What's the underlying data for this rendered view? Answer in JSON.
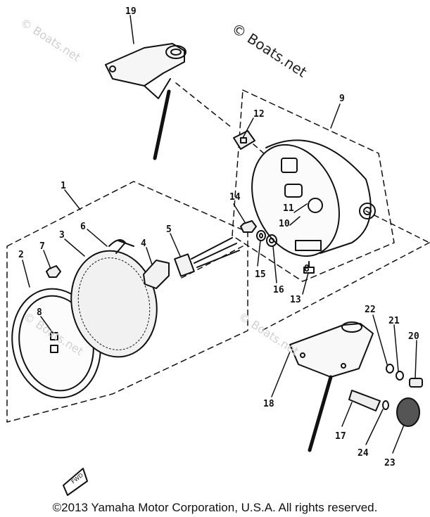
{
  "watermark": {
    "text": "© Boats.net",
    "faint_text": "© Boats.net"
  },
  "copyright": "©2013 Yamaha Motor Corporation, U.S.A. All rights reserved.",
  "fwd_label": "FWD",
  "callouts": [
    {
      "id": "c1",
      "label": "1"
    },
    {
      "id": "c2",
      "label": "2"
    },
    {
      "id": "c3",
      "label": "3"
    },
    {
      "id": "c4",
      "label": "4"
    },
    {
      "id": "c5",
      "label": "5"
    },
    {
      "id": "c6",
      "label": "6"
    },
    {
      "id": "c7",
      "label": "7"
    },
    {
      "id": "c8a",
      "label": "8"
    },
    {
      "id": "c8b",
      "label": "8"
    },
    {
      "id": "c9",
      "label": "9"
    },
    {
      "id": "c10",
      "label": "10"
    },
    {
      "id": "c11",
      "label": "11"
    },
    {
      "id": "c12",
      "label": "12"
    },
    {
      "id": "c13",
      "label": "13"
    },
    {
      "id": "c14",
      "label": "14"
    },
    {
      "id": "c15",
      "label": "15"
    },
    {
      "id": "c16",
      "label": "16"
    },
    {
      "id": "c17",
      "label": "17"
    },
    {
      "id": "c18",
      "label": "18"
    },
    {
      "id": "c19",
      "label": "19"
    },
    {
      "id": "c20",
      "label": "20"
    },
    {
      "id": "c21",
      "label": "21"
    },
    {
      "id": "c22",
      "label": "22"
    },
    {
      "id": "c23",
      "label": "23"
    },
    {
      "id": "c24",
      "label": "24"
    }
  ]
}
